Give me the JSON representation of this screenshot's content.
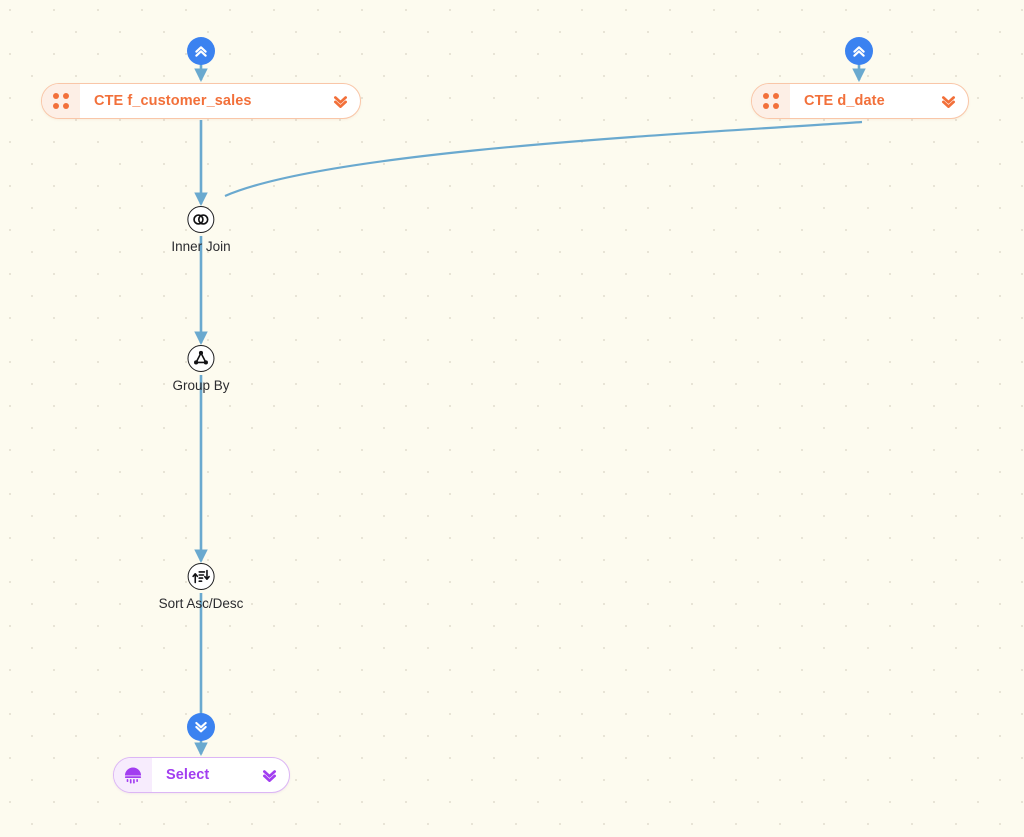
{
  "canvas": {
    "background_color": "#fdfbef",
    "dot_color": "#a09682",
    "edge_color": "#6aa9cf"
  },
  "nodes": {
    "cte_customer_sales": {
      "label": "CTE f_customer_sales",
      "type": "cte",
      "accent_color": "#f2703a",
      "handle_icon": "grip-dots-icon",
      "caret_icon": "double-chevron-down-icon"
    },
    "cte_d_date": {
      "label": "CTE d_date",
      "type": "cte",
      "accent_color": "#f2703a",
      "handle_icon": "grip-dots-icon",
      "caret_icon": "double-chevron-down-icon"
    },
    "inner_join": {
      "label": "Inner Join",
      "type": "operation",
      "icon": "venn-overlap-icon"
    },
    "group_by": {
      "label": "Group By",
      "type": "operation",
      "icon": "triangle-nodes-icon"
    },
    "sort": {
      "label": "Sort Asc/Desc",
      "type": "operation",
      "icon": "sort-asc-desc-icon"
    },
    "select": {
      "label": "Select",
      "type": "output",
      "accent_color": "#a23ef0",
      "handle_icon": "jellyfish-icon",
      "caret_icon": "double-chevron-down-icon"
    }
  },
  "buttons": {
    "expand_up_left": {
      "icon": "double-chevron-up-icon",
      "color": "#3b82f0"
    },
    "expand_up_right": {
      "icon": "double-chevron-up-icon",
      "color": "#3b82f0"
    },
    "expand_down": {
      "icon": "double-chevron-down-icon",
      "color": "#3b82f0"
    }
  },
  "edges": [
    {
      "from": "cte_customer_sales",
      "to": "inner_join"
    },
    {
      "from": "cte_d_date",
      "to": "inner_join"
    },
    {
      "from": "inner_join",
      "to": "group_by"
    },
    {
      "from": "group_by",
      "to": "sort"
    },
    {
      "from": "sort",
      "to": "select"
    }
  ]
}
